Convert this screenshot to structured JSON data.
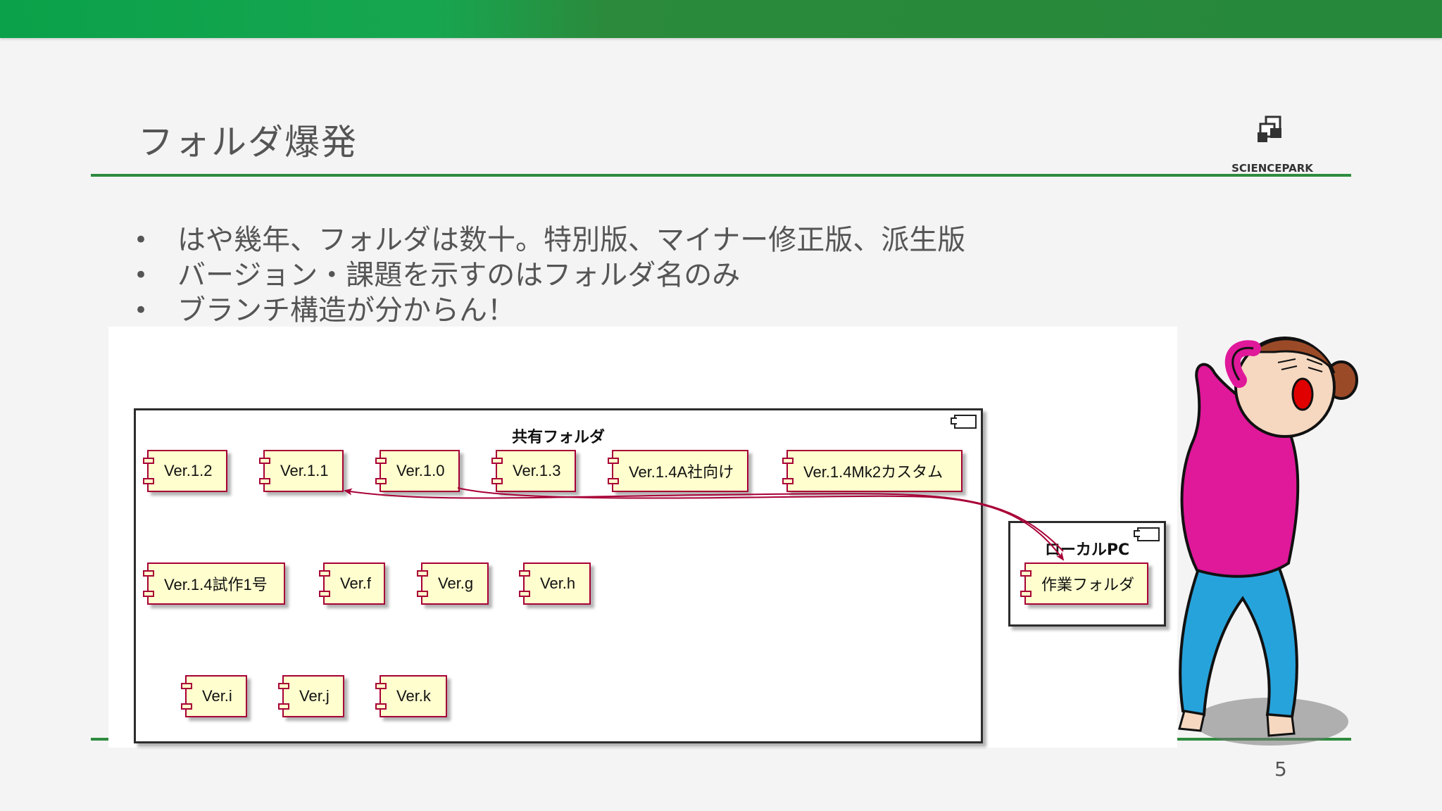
{
  "slide": {
    "title": "フォルダ爆発",
    "page_number": "5",
    "brand": "SCIENCEPARK",
    "accent_color": "#2e8b3e",
    "bullets": [
      "はや幾年、フォルダは数十。特別版、マイナー修正版、派生版",
      "バージョン・課題を示すのはフォルダ名のみ",
      "ブランチ構造が分からん！"
    ]
  },
  "diagram": {
    "shared_package": {
      "title": "共有フォルダ",
      "components": [
        "Ver.1.2",
        "Ver.1.1",
        "Ver.1.0",
        "Ver.1.3",
        "Ver.1.4A社向け",
        "Ver.1.4Mk2カスタム",
        "Ver.1.4試作1号",
        "Ver.f",
        "Ver.g",
        "Ver.h",
        "Ver.i",
        "Ver.j",
        "Ver.k"
      ]
    },
    "local_package": {
      "title": "ローカルPC",
      "components": [
        "作業フォルダ"
      ]
    },
    "component_fill": "#fefece",
    "component_border": "#a80036"
  }
}
